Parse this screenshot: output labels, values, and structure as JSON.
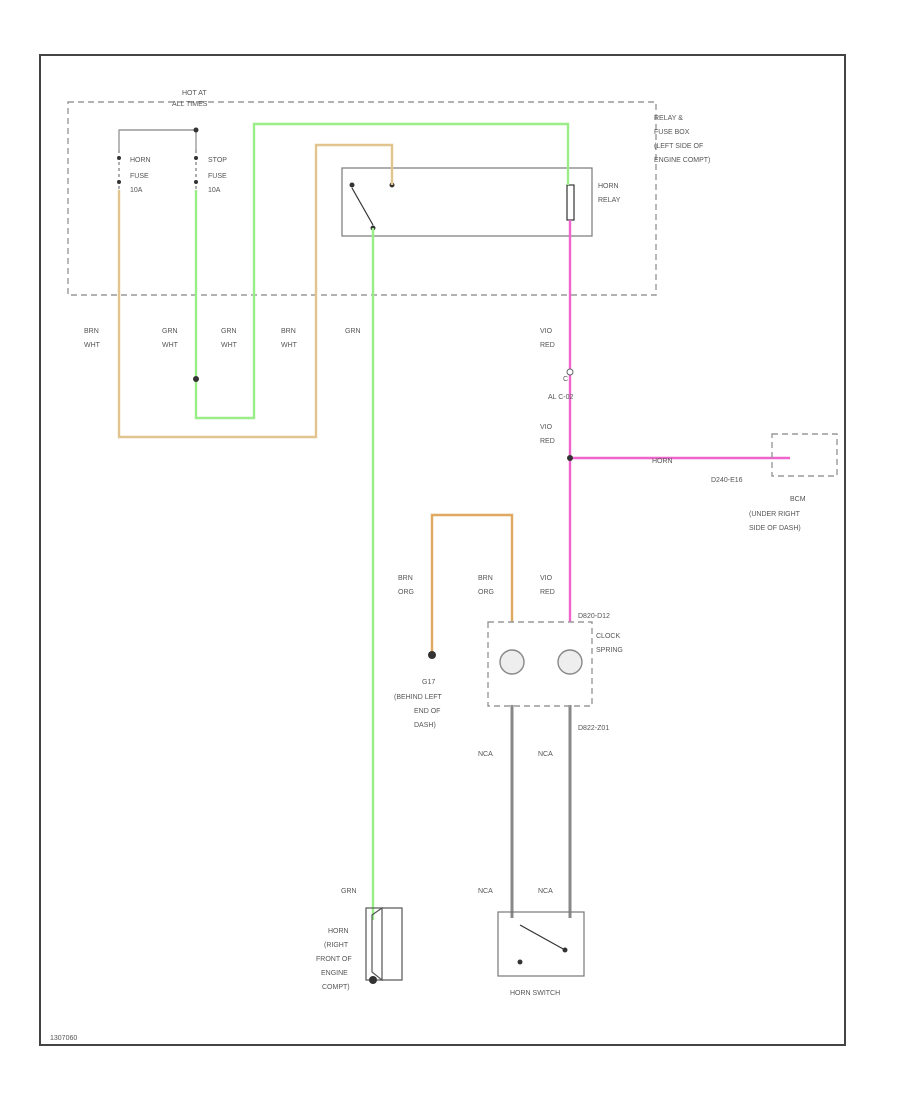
{
  "colors": {
    "tan_wire": "#e2c48e",
    "green_wire": "#99ee88",
    "pink_wire": "#ee66cc",
    "orange_wire": "#e0a860",
    "gray_wire": "#888888",
    "frame": "#444444"
  },
  "labels": {
    "hot_at": "HOT AT",
    "all_times": "ALL TIMES",
    "horn_fuse_1": "HORN",
    "horn_fuse_2": "FUSE",
    "horn_fuse_3": "10A",
    "stop_fuse_1": "STOP",
    "stop_fuse_2": "FUSE",
    "stop_fuse_3": "10A",
    "relay_box_1": "RELAY &",
    "relay_box_2": "FUSE BOX",
    "relay_box_3": "(LEFT SIDE OF",
    "relay_box_4": "ENGINE COMPT)",
    "horn_relay_1": "HORN",
    "horn_relay_2": "RELAY",
    "wire_a_1": "BRN",
    "wire_a_2": "WHT",
    "wire_b_1": "GRN",
    "wire_b_2": "WHT",
    "wire_c_1": "GRN",
    "wire_c_2": "WHT",
    "wire_d_1": "BRN",
    "wire_d_2": "WHT",
    "wire_e": "GRN",
    "wire_f_1": "VIO",
    "wire_f_2": "RED",
    "connector_1": "C",
    "connector_2": "AL    C-02",
    "wire_g_1": "VIO",
    "wire_g_2": "RED",
    "wire_h": "HORN",
    "connector_3": "D240-E16",
    "bcm_1": "BCM",
    "bcm_2": "(UNDER RIGHT",
    "bcm_3": "SIDE OF DASH)",
    "wire_i_1": "BRN",
    "wire_i_2": "ORG",
    "wire_j_1": "BRN",
    "wire_j_2": "ORG",
    "wire_k_1": "VIO",
    "wire_k_2": "RED",
    "connector_4": "D820-D12",
    "clock_1": "CLOCK",
    "clock_2": "SPRING",
    "ground_1": "G17",
    "ground_2": "(BEHIND LEFT",
    "ground_3": "END OF",
    "ground_4": "DASH)",
    "connector_5": "D822-Z01",
    "wire_l": "NCA",
    "wire_m": "NCA",
    "wire_n": "GRN",
    "wire_o": "NCA",
    "wire_p": "NCA",
    "horn_1": "HORN",
    "horn_2": "(RIGHT",
    "horn_3": "FRONT OF",
    "horn_4": "ENGINE",
    "horn_5": "COMPT)",
    "horn_switch": "HORN SWITCH",
    "figure_id": "1307060"
  }
}
